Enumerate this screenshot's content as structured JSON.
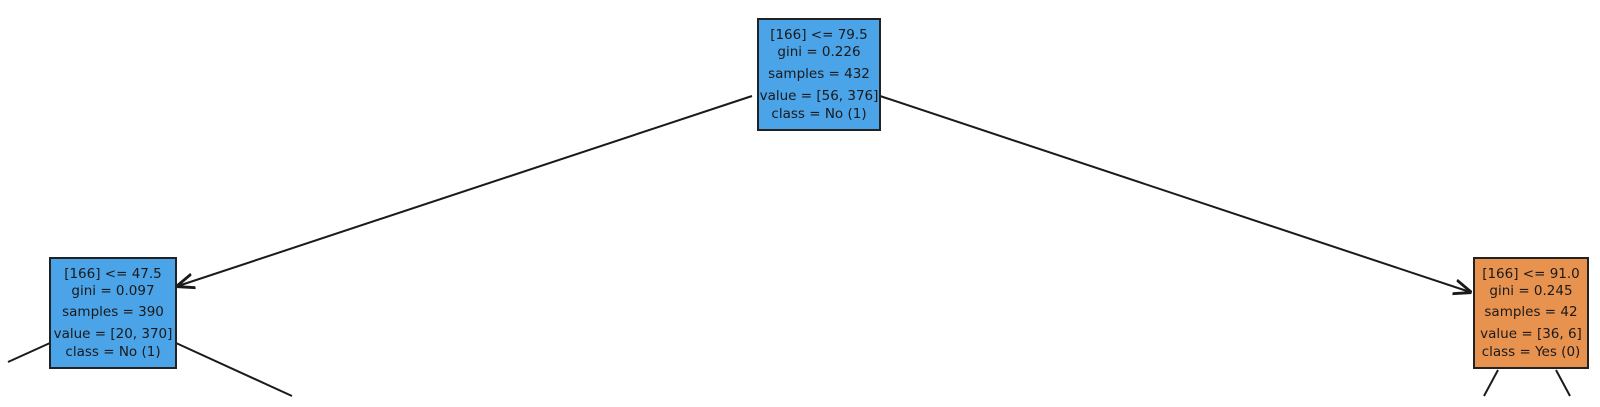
{
  "colors": {
    "class_no": "#4ba3e8",
    "class_yes": "#e8924f",
    "edge": "#1a1a1a",
    "node_border": "#222222"
  },
  "nodes": {
    "root": {
      "split": "[166] <= 79.5",
      "gini": "gini = 0.226",
      "samples": "samples = 432",
      "value": "value = [56, 376]",
      "class": "class = No (1)",
      "class_key": "class_no"
    },
    "left": {
      "split": "[166] <= 47.5",
      "gini": "gini = 0.097",
      "samples": "samples = 390",
      "value": "value = [20, 370]",
      "class": "class = No (1)",
      "class_key": "class_no"
    },
    "right": {
      "split": "[166] <= 91.0",
      "gini": "gini = 0.245",
      "samples": "samples = 42",
      "value": "value = [36, 6]",
      "class": "class = Yes (0)",
      "class_key": "class_yes"
    }
  }
}
